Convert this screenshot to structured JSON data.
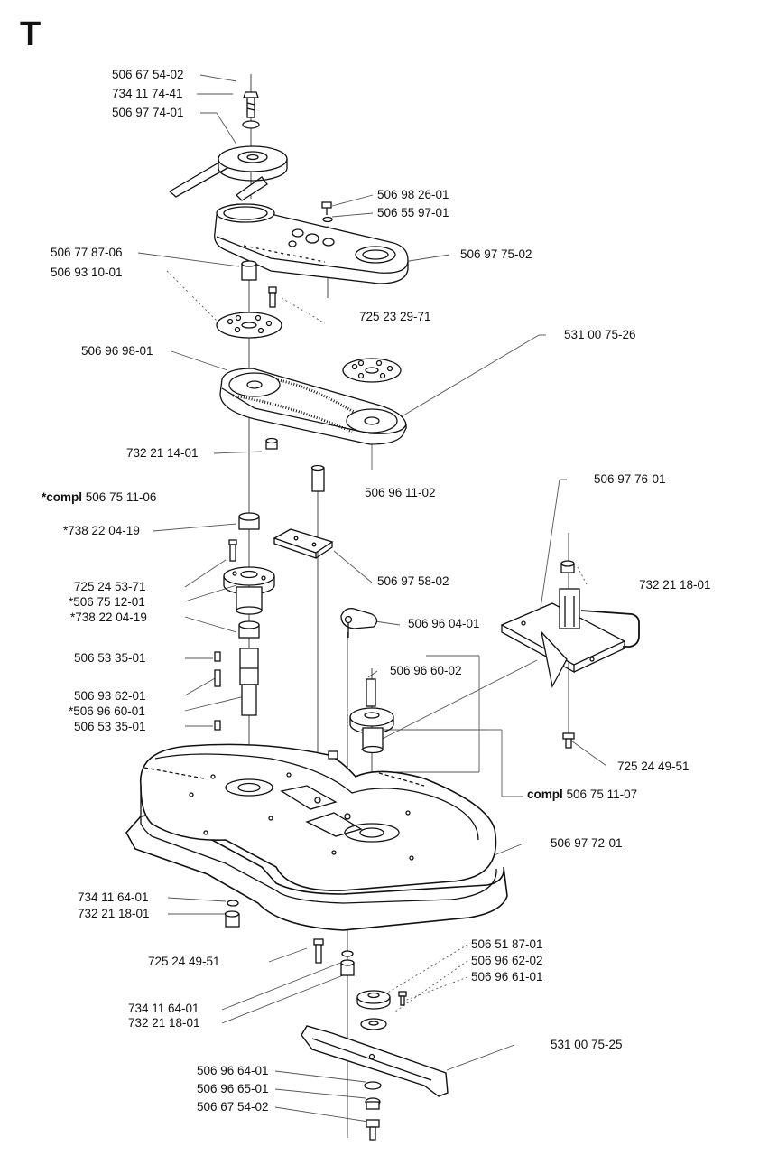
{
  "page": {
    "section_letter": "T"
  },
  "parts": [
    {
      "id": "p01",
      "prefix": "",
      "number": "506 67 54-02"
    },
    {
      "id": "p02",
      "prefix": "",
      "number": "734 11 74-41"
    },
    {
      "id": "p03",
      "prefix": "",
      "number": "506 97 74-01"
    },
    {
      "id": "p04",
      "prefix": "",
      "number": "506 98 26-01"
    },
    {
      "id": "p05",
      "prefix": "",
      "number": "506 55 97-01"
    },
    {
      "id": "p06",
      "prefix": "",
      "number": "506 77 87-06"
    },
    {
      "id": "p07",
      "prefix": "",
      "number": "506 97 75-02"
    },
    {
      "id": "p08",
      "prefix": "",
      "number": "506 93 10-01"
    },
    {
      "id": "p09",
      "prefix": "",
      "number": "725 23 29-71"
    },
    {
      "id": "p10",
      "prefix": "",
      "number": "531 00 75-26"
    },
    {
      "id": "p11",
      "prefix": "",
      "number": "506 96 98-01"
    },
    {
      "id": "p12",
      "prefix": "",
      "number": "732 21 14-01"
    },
    {
      "id": "p13",
      "prefix": "",
      "number": "506 96 11-02"
    },
    {
      "id": "p14",
      "prefix": "*compl",
      "number": "506 75 11-06"
    },
    {
      "id": "p15",
      "prefix": "",
      "number": "506 97 76-01"
    },
    {
      "id": "p16",
      "prefix": "",
      "number": "*738 22 04-19"
    },
    {
      "id": "p17",
      "prefix": "",
      "number": "732 21 18-01"
    },
    {
      "id": "p18",
      "prefix": "",
      "number": "506 97 58-02"
    },
    {
      "id": "p19",
      "prefix": "",
      "number": "725 24 53-71"
    },
    {
      "id": "p20",
      "prefix": "",
      "number": "*506 75 12-01"
    },
    {
      "id": "p21",
      "prefix": "",
      "number": "506 96 04-01"
    },
    {
      "id": "p22",
      "prefix": "",
      "number": "*738 22 04-19"
    },
    {
      "id": "p23",
      "prefix": "",
      "number": "506 53 35-01"
    },
    {
      "id": "p24",
      "prefix": "",
      "number": "506 96 60-02"
    },
    {
      "id": "p25",
      "prefix": "",
      "number": "506 93 62-01"
    },
    {
      "id": "p26",
      "prefix": "",
      "number": "*506 96 60-01"
    },
    {
      "id": "p27",
      "prefix": "",
      "number": "506 53 35-01"
    },
    {
      "id": "p28",
      "prefix": "",
      "number": "725 24 49-51"
    },
    {
      "id": "p29",
      "prefix": "compl",
      "number": "506 75 11-07"
    },
    {
      "id": "p30",
      "prefix": "",
      "number": "506 97 72-01"
    },
    {
      "id": "p31",
      "prefix": "",
      "number": "734 11 64-01"
    },
    {
      "id": "p32",
      "prefix": "",
      "number": "732 21 18-01"
    },
    {
      "id": "p33",
      "prefix": "",
      "number": "725 24 49-51"
    },
    {
      "id": "p34",
      "prefix": "",
      "number": "506 51 87-01"
    },
    {
      "id": "p35",
      "prefix": "",
      "number": "506 96 62-02"
    },
    {
      "id": "p36",
      "prefix": "",
      "number": "506 96 61-01"
    },
    {
      "id": "p37",
      "prefix": "",
      "number": "734 11 64-01"
    },
    {
      "id": "p38",
      "prefix": "",
      "number": "732 21 18-01"
    },
    {
      "id": "p39",
      "prefix": "",
      "number": "531 00 75-25"
    },
    {
      "id": "p40",
      "prefix": "",
      "number": "506 96 64-01"
    },
    {
      "id": "p41",
      "prefix": "",
      "number": "506 96 65-01"
    },
    {
      "id": "p42",
      "prefix": "",
      "number": "506 67 54-02"
    }
  ],
  "colors": {
    "ink": "#111111",
    "paper": "#ffffff",
    "leader": "#555555"
  }
}
